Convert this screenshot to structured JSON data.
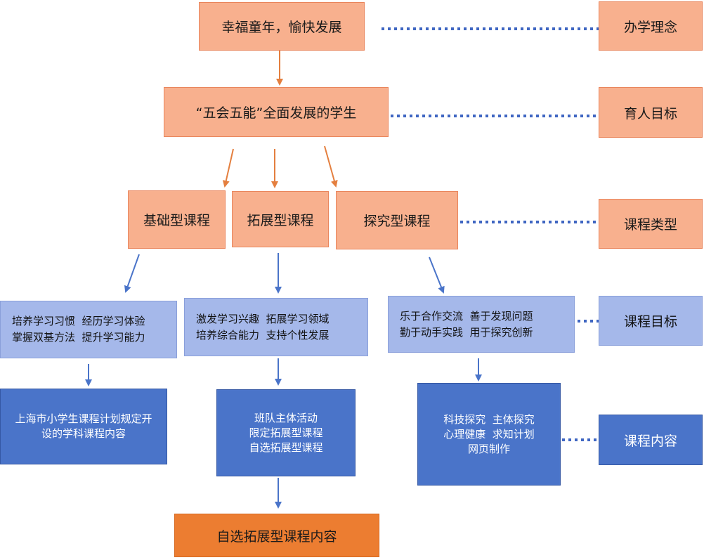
{
  "top": {
    "philosophy_text": "幸福童年，愉快发展",
    "philosophy_label": "办学理念",
    "goal_text": "“五会五能”全面发展的学生",
    "goal_label": "育人目标"
  },
  "types": {
    "basic": "基础型课程",
    "extended": "拓展型课程",
    "inquiry": "探究型课程",
    "label": "课程类型"
  },
  "objectives": {
    "basic": [
      "培养学习习惯  经历学习体验",
      "掌握双基方法  提升学习能力"
    ],
    "extended": [
      "激发学习兴趣  拓展学习领域",
      "培养综合能力  支持个性发展"
    ],
    "inquiry": [
      "乐于合作交流  善于发现问题",
      "勤于动手实践  用于探究创新"
    ],
    "label": "课程目标"
  },
  "contents": {
    "basic": [
      "上海市小学生课程计划规定开",
      "设的学科课程内容"
    ],
    "extended": [
      "班队主体活动",
      "限定拓展型课程",
      "自选拓展型课程"
    ],
    "inquiry": [
      "科技探究  主体探究",
      "心理健康  求知计划",
      "网页制作"
    ],
    "label": "课程内容"
  },
  "bottom": {
    "elective": "自选拓展型课程内容"
  },
  "colors": {
    "orange_fill": "#f8b08e",
    "lavender_fill": "#a5b8ea",
    "blue_fill": "#4a74c9",
    "accent_orange": "#ec7d31",
    "arrow_orange": "#e47f3f",
    "arrow_blue": "#4a74c9",
    "dotted_blue": "#3f66c2"
  }
}
